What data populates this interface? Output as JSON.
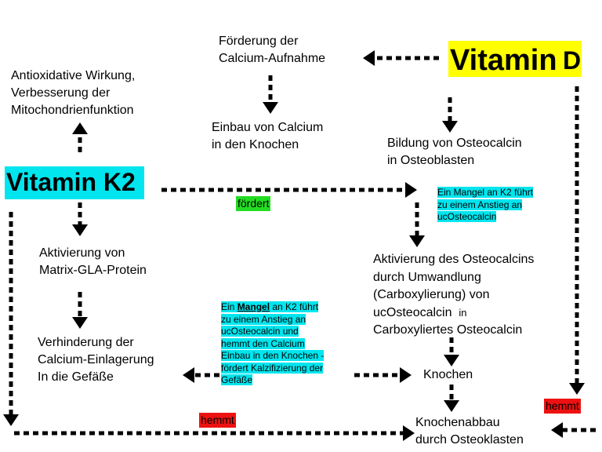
{
  "vitamin_d": {
    "label_main": "Vitamin",
    "label_letter": "D",
    "bg_color": "#ffff00"
  },
  "vitamin_k2": {
    "label": "Vitamin K2",
    "bg_color": "#00e5ee"
  },
  "nodes": {
    "calcium_aufnahme": [
      "Förderung der",
      "Calcium-Aufnahme"
    ],
    "einbau_calcium": [
      "Einbau von Calcium",
      "in den Knochen"
    ],
    "antioxidativ": [
      "Antioxidative Wirkung,",
      "Verbesserung der",
      "Mitochondrienfunktion"
    ],
    "osteocalcin_bildung": [
      "Bildung von Osteocalcin",
      "in Osteoblasten"
    ],
    "mgp_aktivierung": [
      "Aktivierung von",
      "Matrix-GLA-Protein"
    ],
    "osteocalcin_aktivierung": [
      "Aktivierung des Osteocalcins",
      "durch Umwandlung",
      "(Carboxylierung)  von",
      "ucOsteocalcin",
      "in",
      "Carboxyliertes Osteocalcin"
    ],
    "verhinderung": [
      "Verhinderung der",
      "Calcium-Einlagerung",
      "In die Gefäße"
    ],
    "knochen": "Knochen",
    "knochenabbau": [
      "Knochenabbau",
      "durch Osteoklasten"
    ]
  },
  "tags": {
    "foerdert": {
      "label": "fördert",
      "color": "#22dd22"
    },
    "hemmt_left": {
      "label": "hemmt",
      "color": "#ee1111"
    },
    "hemmt_right": {
      "label": "hemmt",
      "color": "#ee1111"
    }
  },
  "notes": {
    "mangel_upper": [
      "Ein Mangel an K2 führt",
      "zu einem Anstieg an",
      "ucOsteocalcin"
    ],
    "mangel_lower": {
      "line1_prefix": "Ein ",
      "line1_bold": "Mangel",
      "line1_suffix": " an K2 führt",
      "lines": [
        "zu einem Anstieg an",
        "ucOsteocalcin und",
        "hemmt den Calcium",
        "Einbau in den Knochen -",
        "fördert Kalzifizierung der",
        "Gefäße"
      ]
    }
  }
}
